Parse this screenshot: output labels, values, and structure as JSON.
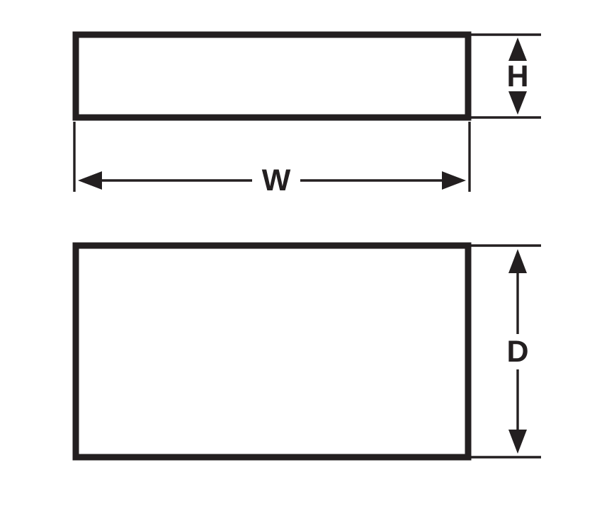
{
  "diagram": {
    "stroke_color": "#231f20",
    "background_color": "#ffffff",
    "labels": {
      "height": "H",
      "width": "W",
      "depth": "D"
    }
  }
}
